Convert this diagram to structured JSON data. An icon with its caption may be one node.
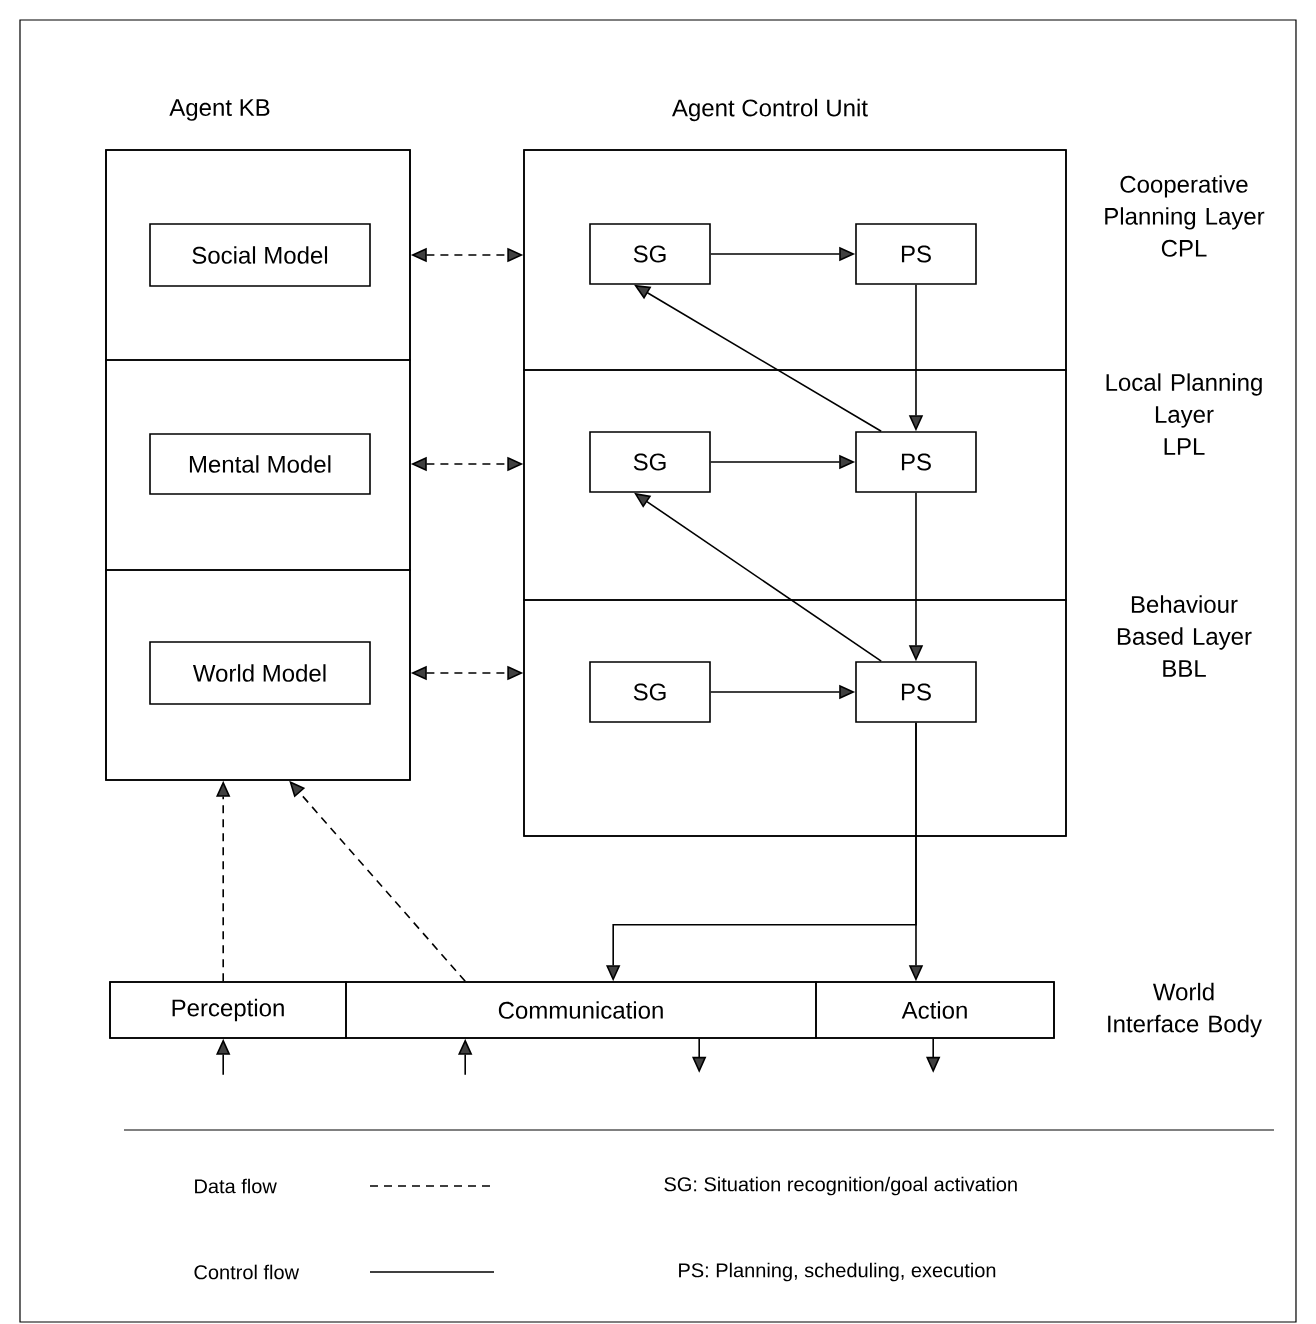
{
  "diagram": {
    "nodes": [
      {
        "text": [
          "Agent KB"
        ]
      },
      {
        "text": [],
        "shape": "box",
        "in": 0
      },
      {
        "text": [
          "Social Model"
        ],
        "in": 1
      },
      {
        "text": [],
        "shape": "box",
        "in": 0
      },
      {
        "text": [
          "Mental Model"
        ],
        "in": 3
      },
      {
        "text": [],
        "shape": "box",
        "in": 0
      },
      {
        "text": [
          "World Model"
        ],
        "in": 5
      },
      {
        "text": [
          "Agent Control Unit"
        ]
      },
      {
        "text": [
          "Cooperative Planning Layer",
          "CPL"
        ],
        "in": 7
      },
      {
        "text": [
          "SG"
        ],
        "in": 8
      },
      {
        "text": [
          "PS"
        ],
        "in": 8
      },
      {
        "text": [
          "Local Planning Layer",
          "LPL"
        ],
        "in": 7
      },
      {
        "text": [
          "SG"
        ],
        "in": 11
      },
      {
        "text": [
          "PS"
        ],
        "in": 11
      },
      {
        "text": [
          "Behaviour Based Layer",
          "BBL"
        ],
        "in": 7
      },
      {
        "text": [
          "SG"
        ],
        "in": 14
      },
      {
        "text": [
          "PS"
        ],
        "in": 14
      },
      {
        "text": [
          "World Interface Body"
        ]
      },
      {
        "text": [
          "Perception"
        ],
        "in": 17
      },
      {
        "text": [
          "Communication"
        ],
        "in": 17
      },
      {
        "text": [
          "Action"
        ],
        "in": 17
      }
    ],
    "edges": [
      {
        "from": 1,
        "to": 8,
        "arrow": "both",
        "style": "dashed"
      },
      {
        "from": 3,
        "to": 11,
        "arrow": "both",
        "style": "dashed"
      },
      {
        "from": 5,
        "to": 14,
        "arrow": "both",
        "style": "dashed"
      },
      {
        "from": 9,
        "to": 10,
        "arrow": "to"
      },
      {
        "from": 10,
        "to": 13,
        "arrow": "to"
      },
      {
        "from": 13,
        "to": 9,
        "arrow": "to"
      },
      {
        "from": 12,
        "to": 13,
        "arrow": "to"
      },
      {
        "from": 13,
        "to": 16,
        "arrow": "to"
      },
      {
        "from": 16,
        "to": 12,
        "arrow": "to"
      },
      {
        "from": 15,
        "to": 16,
        "arrow": "to"
      },
      {
        "from": 16,
        "to": 20,
        "arrow": "to"
      },
      {
        "from": 16,
        "to": 19,
        "arrow": "to"
      },
      {
        "from": 18,
        "to": 5,
        "arrow": "to",
        "style": "dashed"
      },
      {
        "from": 19,
        "to": 5,
        "arrow": "to",
        "style": "dashed"
      },
      {
        "from": null,
        "to": 18,
        "arrow": "to"
      },
      {
        "from": null,
        "to": 19,
        "arrow": "to"
      },
      {
        "from": 19,
        "to": null,
        "arrow": "to"
      },
      {
        "from": 20,
        "to": null,
        "arrow": "to"
      }
    ],
    "labels": [
      "SG: Situation recognition/goal activation",
      "PS: Planning, scheduling, execution"
    ],
    "legend": [
      {
        "text": "Data flow"
      },
      {
        "text": "Control flow"
      }
    ]
  }
}
